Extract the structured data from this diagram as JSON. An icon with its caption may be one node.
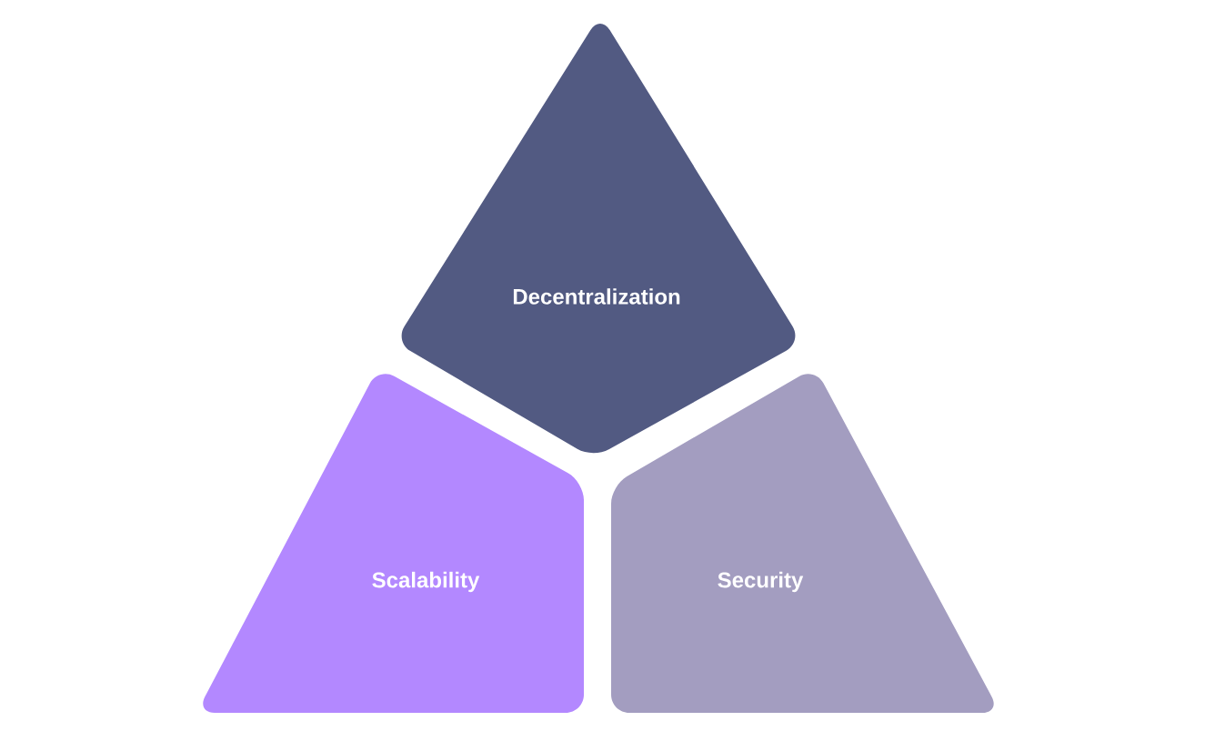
{
  "diagram": {
    "nodes": [
      {
        "text": [
          "Decentralization"
        ]
      },
      {
        "text": [
          "Scalability"
        ]
      },
      {
        "text": [
          "Security"
        ]
      }
    ]
  }
}
